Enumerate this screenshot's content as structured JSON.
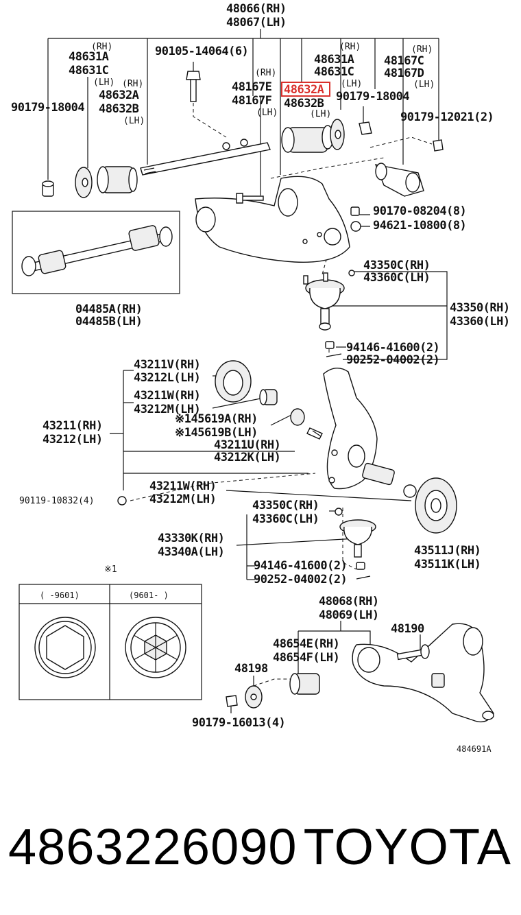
{
  "diagram": {
    "labels": {
      "upper_arm_rh": "48066(RH)",
      "upper_arm_lh": "48067(LH)",
      "rh_tag": "(RH)",
      "lh_tag": "(LH)",
      "bushing_a_rh": "48631A",
      "bushing_c_lh": "48631C",
      "bolt_90105": "90105-14064(6)",
      "bushing_48632a": "48632A",
      "bushing_48632b": "48632B",
      "nut_90179_18004": "90179-18004",
      "shaft_48167e": "48167E",
      "shaft_48167f": "48167F",
      "shaft_48167c": "48167C",
      "shaft_48167d": "48167D",
      "nut_90179_12021": "90179-12021(2)",
      "nut_90170": "90170-08204(8)",
      "washer_94621": "94621-10800(8)",
      "kit_04485a": "04485A(RH)",
      "kit_04485b": "04485B(LH)",
      "ball_43350c": "43350C(RH)",
      "ball_43360c": "43360C(LH)",
      "ball_43350": "43350(RH)",
      "ball_43360": "43360(LH)",
      "nut_94146": "94146-41600(2)",
      "pin_90252": "90252-04002(2)",
      "knuckle_43211v": "43211V(RH)",
      "knuckle_43212l": "43212L(LH)",
      "knuckle_43211w": "43211W(RH)",
      "knuckle_43212m": "43212M(LH)",
      "seal_45619a": "※145619A(RH)",
      "seal_45619b": "※145619B(LH)",
      "knuckle_43211": "43211(RH)",
      "knuckle_43212": "43212(LH)",
      "knuckle_43211u": "43211U(RH)",
      "knuckle_43212k": "43212K(LH)",
      "bolt_90119": "90119-10832(4)",
      "lower_ball_43330k": "43330K(RH)",
      "lower_ball_43340a": "43340A(LH)",
      "disc_43511j": "43511J(RH)",
      "disc_43511k": "43511K(LH)",
      "note_mark": "※1",
      "inset_col1": "(    -9601)",
      "inset_col2": "(9601-    )",
      "lower_arm_rh": "48068(RH)",
      "lower_arm_lh": "48069(LH)",
      "bushing_48654e": "48654E(RH)",
      "bushing_48654f": "48654F(LH)",
      "part_48190": "48190",
      "part_48198": "48198",
      "nut_90179_16013": "90179-16013(4)",
      "figure_id": "484691A"
    },
    "highlight_color": "#d9302c"
  },
  "footer": {
    "part_number": "4863226090",
    "brand": "TOYOTA"
  }
}
